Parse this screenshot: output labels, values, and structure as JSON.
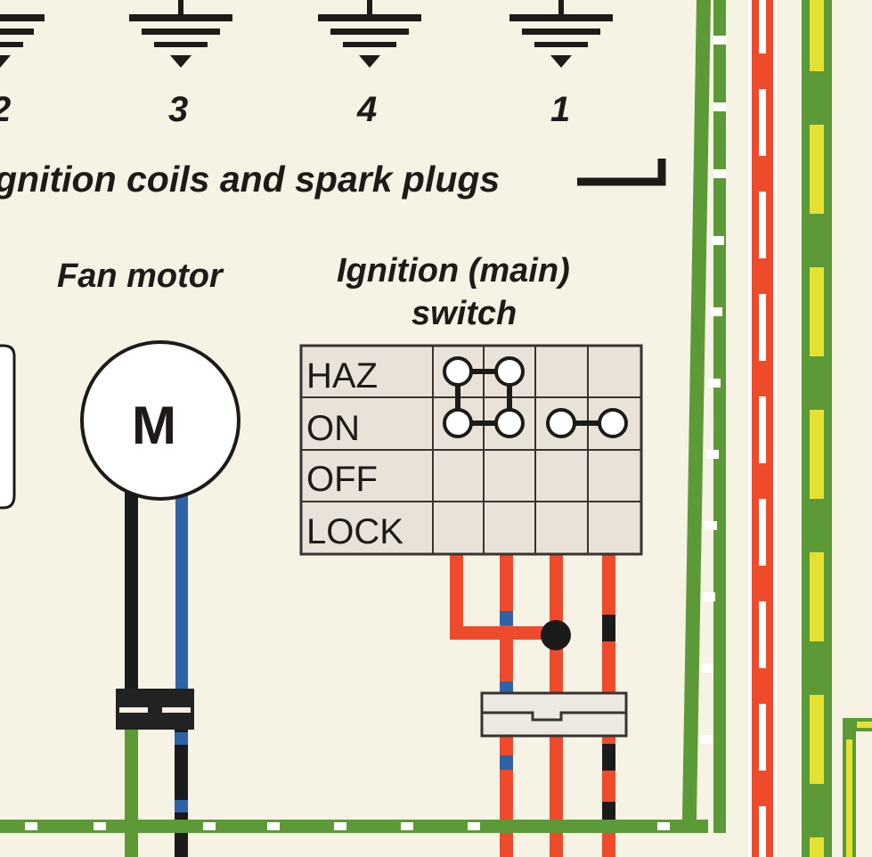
{
  "ground_symbols": [
    {
      "number": "2"
    },
    {
      "number": "3"
    },
    {
      "number": "4"
    },
    {
      "number": "1"
    }
  ],
  "ignition_coils_label": "gnition coils and spark plugs",
  "fan_motor": {
    "title": "Fan motor",
    "symbol_letter": "M"
  },
  "ignition_switch": {
    "title_line1": "Ignition (main)",
    "title_line2": "switch",
    "positions": [
      "HAZ",
      "ON",
      "OFF",
      "LOCK"
    ]
  },
  "colors": {
    "background": "#f6f2e4",
    "ink": "#1e1a18",
    "wire_black": "#1b1b1b",
    "wire_blue": "#2f63a8",
    "wire_red": "#ee4a2c",
    "wire_green": "#5c9a37",
    "wire_yellow": "#e6e033",
    "switch_panel": "#e8e2d8"
  }
}
